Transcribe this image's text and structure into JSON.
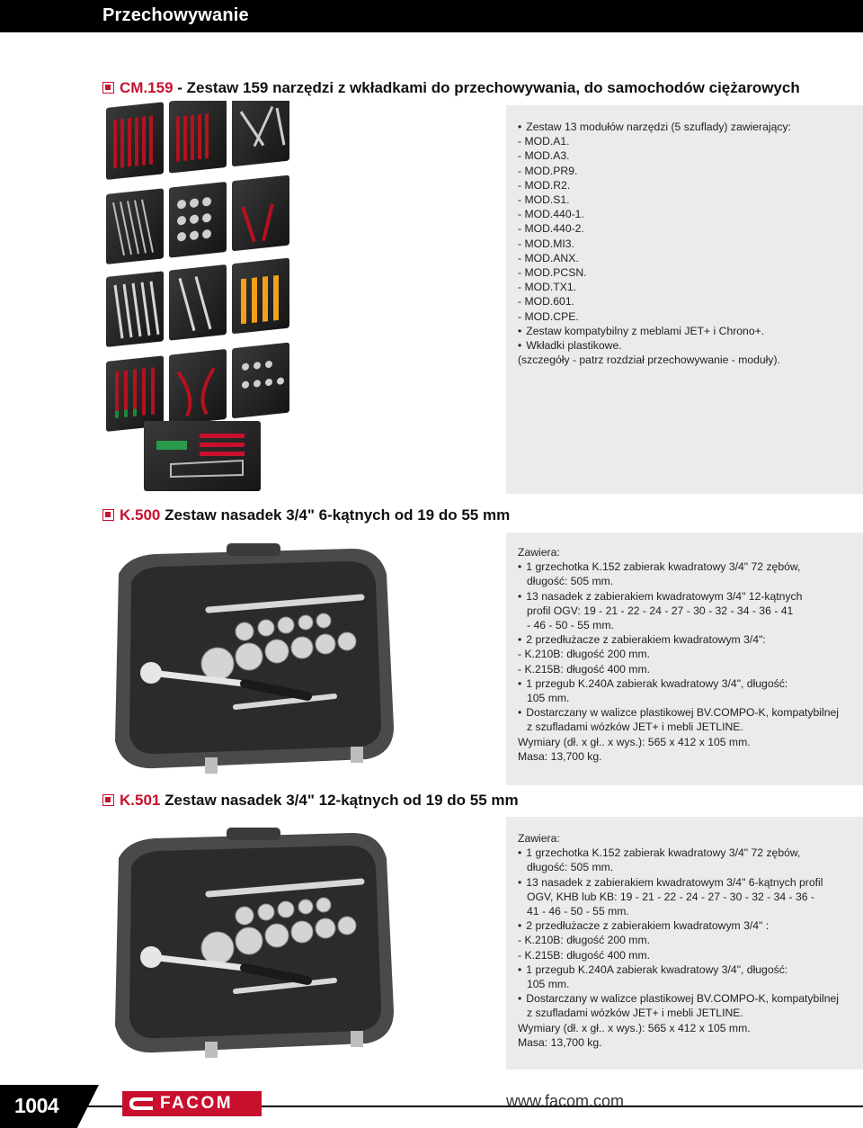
{
  "header": {
    "title": "Przechowywanie"
  },
  "section1": {
    "code": "CM.159",
    "rest": " - Zestaw 159 narzędzi z wkładkami do przechowywania, do samochodów ciężarowych",
    "lines": [
      {
        "t": "Zestaw 13 modułów narzędzi (5 szuflady) zawierający:",
        "b": true
      },
      {
        "t": "- MOD.A1.",
        "b": false
      },
      {
        "t": "- MOD.A3.",
        "b": false
      },
      {
        "t": "- MOD.PR9.",
        "b": false
      },
      {
        "t": "- MOD.R2.",
        "b": false
      },
      {
        "t": "- MOD.S1.",
        "b": false
      },
      {
        "t": "- MOD.440-1.",
        "b": false
      },
      {
        "t": "- MOD.440-2.",
        "b": false
      },
      {
        "t": "- MOD.MI3.",
        "b": false
      },
      {
        "t": "- MOD.ANX.",
        "b": false
      },
      {
        "t": "- MOD.PCSN.",
        "b": false
      },
      {
        "t": "- MOD.TX1.",
        "b": false
      },
      {
        "t": "- MOD.601.",
        "b": false
      },
      {
        "t": "- MOD.CPE.",
        "b": false
      },
      {
        "t": "Zestaw kompatybilny z meblami JET+ i Chrono+.",
        "b": true
      },
      {
        "t": "Wkładki plastikowe.",
        "b": true
      },
      {
        "t": "(szczegóły - patrz rozdział przechowywanie - moduły).",
        "b": false
      }
    ]
  },
  "section2": {
    "code": "K.500",
    "rest": "  Zestaw nasadek 3/4\" 6-kątnych od 19 do 55 mm",
    "lines": [
      {
        "t": "Zawiera:",
        "b": false
      },
      {
        "t": "1 grzechotka K.152 zabierak kwadratowy 3/4\" 72 zębów,",
        "b": true
      },
      {
        "t": "długość: 505 mm.",
        "b": false,
        "i": true
      },
      {
        "t": "13 nasadek z zabierakiem kwadratowym 3/4\" 12-kątnych",
        "b": true
      },
      {
        "t": "profil OGV: 19 - 21 - 22 - 24 - 27 - 30 - 32 - 34 - 36 - 41",
        "b": false,
        "i": true
      },
      {
        "t": "- 46 - 50 - 55 mm.",
        "b": false,
        "i": true
      },
      {
        "t": "2 przedłużacze z zabierakiem kwadratowym 3/4\":",
        "b": true
      },
      {
        "t": "- K.210B: długość 200 mm.",
        "b": false
      },
      {
        "t": "- K.215B: długość 400 mm.",
        "b": false
      },
      {
        "t": "1 przegub K.240A zabierak kwadratowy 3/4\", długość:",
        "b": true
      },
      {
        "t": "105 mm.",
        "b": false,
        "i": true
      },
      {
        "t": "Dostarczany w walizce plastikowej BV.COMPO-K, kompatybilnej",
        "b": true
      },
      {
        "t": "z szufladami wózków JET+ i mebli JETLINE.",
        "b": false,
        "i": true
      },
      {
        "t": "Wymiary (dł. x gł.. x wys.): 565 x 412 x 105 mm.",
        "b": false
      },
      {
        "t": "Masa: 13,700 kg.",
        "b": false
      }
    ]
  },
  "section3": {
    "code": "K.501",
    "rest": "  Zestaw nasadek 3/4\" 12-kątnych od 19 do 55 mm",
    "lines": [
      {
        "t": "Zawiera:",
        "b": false
      },
      {
        "t": "1 grzechotka K.152 zabierak kwadratowy 3/4\" 72 zębów,",
        "b": true
      },
      {
        "t": "długość: 505 mm.",
        "b": false,
        "i": true
      },
      {
        "t": "13 nasadek z zabierakiem kwadratowym 3/4\" 6-kątnych profil",
        "b": true
      },
      {
        "t": "OGV, KHB lub KB: 19 - 21 - 22 - 24 - 27 - 30 - 32 - 34 - 36 -",
        "b": false,
        "i": true
      },
      {
        "t": "41 - 46 - 50 - 55 mm.",
        "b": false,
        "i": true
      },
      {
        "t": "2 przedłużacze z zabierakiem kwadratowym 3/4\" :",
        "b": true
      },
      {
        "t": "- K.210B: długość 200 mm.",
        "b": false
      },
      {
        "t": "- K.215B: długość 400 mm.",
        "b": false
      },
      {
        "t": "1 przegub K.240A zabierak kwadratowy 3/4\", długość:",
        "b": true
      },
      {
        "t": "105 mm.",
        "b": false,
        "i": true
      },
      {
        "t": "Dostarczany w walizce plastikowej BV.COMPO-K, kompatybilnej",
        "b": true
      },
      {
        "t": "z szufladami wózków JET+ i mebli JETLINE.",
        "b": false,
        "i": true
      },
      {
        "t": "Wymiary (dł. x gł.. x wys.): 565 x 412 x 105 mm.",
        "b": false
      },
      {
        "t": "Masa: 13,700 kg.",
        "b": false
      }
    ]
  },
  "footer": {
    "page": "1004",
    "brand": "FACOM",
    "website": "www.facom.com"
  },
  "colors": {
    "accent": "#c8102e",
    "panel": "#ebebeb",
    "header": "#000000"
  }
}
